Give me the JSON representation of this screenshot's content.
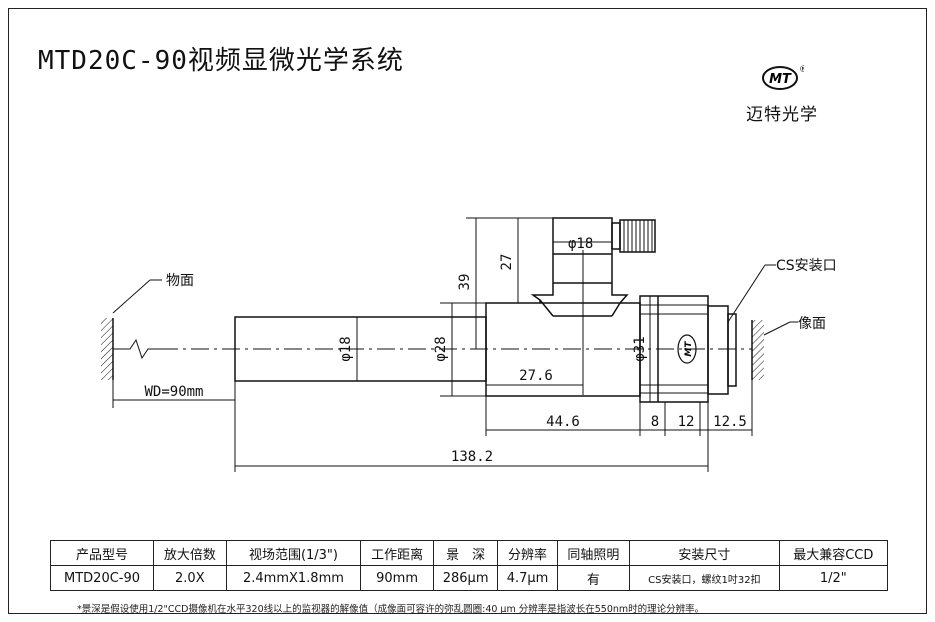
{
  "title": "MTD20C-90视频显微光学系统",
  "brand": {
    "logo_text": "MT",
    "registered": "®",
    "name": "迈特光学"
  },
  "labels": {
    "object_plane": "物面",
    "image_plane": "像面",
    "cs_mount": "CS安装口",
    "working_distance": "WD=90mm",
    "lens_mark": "MT"
  },
  "dimensions": {
    "d18_top": "φ18",
    "d18_tube": "φ18",
    "d28": "φ28",
    "d31": "φ31",
    "h39": "39",
    "h27": "27",
    "l27_6": "27.6",
    "l44_6": "44.6",
    "l8": "8",
    "l12": "12",
    "l12_5": "12.5",
    "l138_2": "138.2"
  },
  "table": {
    "headers": [
      "产品型号",
      "放大倍数",
      "视场范围(1/3\")",
      "工作距离",
      "景　深",
      "分辨率",
      "同轴照明",
      "安装尺寸",
      "最大兼容CCD"
    ],
    "row": [
      "MTD20C-90",
      "2.0X",
      "2.4mmX1.8mm",
      "90mm",
      "286μm",
      "4.7μm",
      "有",
      "CS安装口，螺纹1吋32扣",
      "1/2\""
    ]
  },
  "footnote": "*景深是假设使用1/2\"CCD摄像机在水平320线以上的监视器的解像值（成像面可容许的弥乱圆圈:40 μm 分辨率是指波长在550nm时的理论分辨率。"
}
